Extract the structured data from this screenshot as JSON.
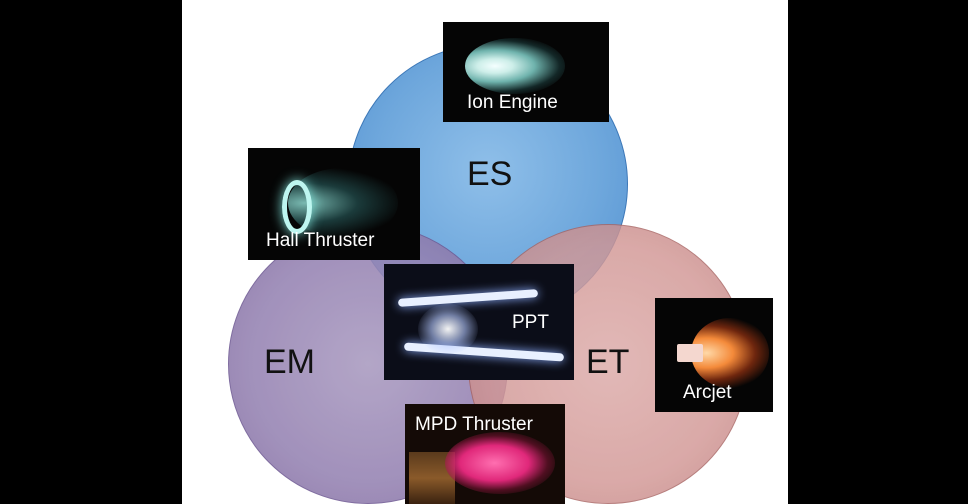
{
  "diagram": {
    "sets": [
      {
        "id": "es",
        "label": "ES",
        "color": "#6ea7dc"
      },
      {
        "id": "em",
        "label": "EM",
        "color": "#9582b2"
      },
      {
        "id": "et",
        "label": "ET",
        "color": "#d29795"
      }
    ],
    "items": [
      {
        "id": "ion",
        "caption": "Ion Engine"
      },
      {
        "id": "hall",
        "caption": "Hall Thruster"
      },
      {
        "id": "ppt",
        "caption": "PPT"
      },
      {
        "id": "arcjet",
        "caption": "Arcjet"
      },
      {
        "id": "mpd",
        "caption": "MPD Thruster"
      }
    ]
  }
}
